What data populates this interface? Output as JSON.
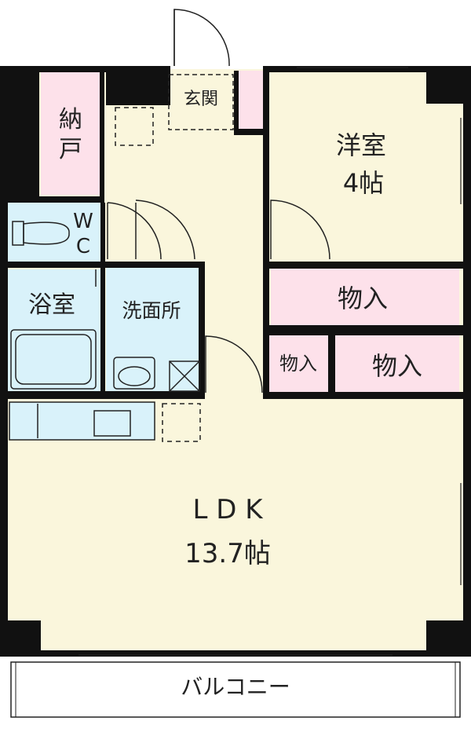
{
  "rooms": {
    "storage_nando_line1": "納",
    "storage_nando_line2": "戸",
    "entrance": "玄関",
    "western_room_name": "洋室",
    "western_room_size": "4帖",
    "wc_line1": "W",
    "wc_line2": "C",
    "bath": "浴室",
    "washroom": "洗面所",
    "closet_1": "物入",
    "closet_2": "物入",
    "closet_3": "物入",
    "ldk_name": "L D K",
    "ldk_size": "13.7帖",
    "balcony": "バルコニー"
  },
  "colors": {
    "wall": "#111111",
    "floor_main": "#faf6dc",
    "wet_area": "#d9f2fa",
    "storage": "#fde1ea",
    "balcony": "#ffffff"
  }
}
